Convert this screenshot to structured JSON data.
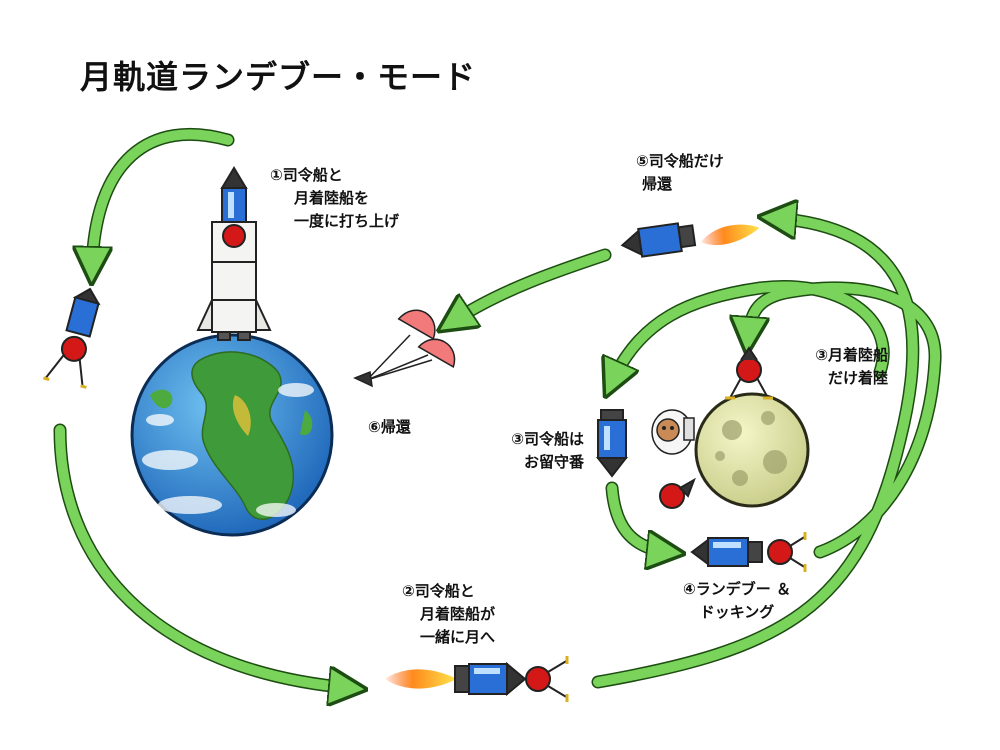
{
  "title": "月軌道ランデブー・モード",
  "steps": {
    "s1": [
      "①司令船と",
      "月着陸船を",
      "一度に打ち上げ"
    ],
    "s2": [
      "②司令船と",
      "月着陸船が",
      "一緒に月へ"
    ],
    "s3a": [
      "③月着陸船",
      "だけ着陸"
    ],
    "s3b": [
      "③司令船は",
      "お留守番"
    ],
    "s4": [
      "④ランデブー ＆",
      "ドッキング"
    ],
    "s5": [
      "⑤司令船だけ",
      "帰還"
    ],
    "s6": [
      "⑥帰還"
    ]
  },
  "colors": {
    "arrow": "#7ad35a",
    "module_blue": "#2a6fd6",
    "lander_red": "#d41818",
    "flame": "#ff8a1c",
    "earth_ocean": "#2f8fd6",
    "earth_land": "#3f9a3a",
    "moon": "#e7e9a8"
  },
  "icons": [
    "rocket-icon",
    "earth-icon",
    "moon-icon",
    "parachute-icon",
    "astronaut-icon",
    "command-module-icon",
    "lunar-lander-icon",
    "flame-icon"
  ]
}
